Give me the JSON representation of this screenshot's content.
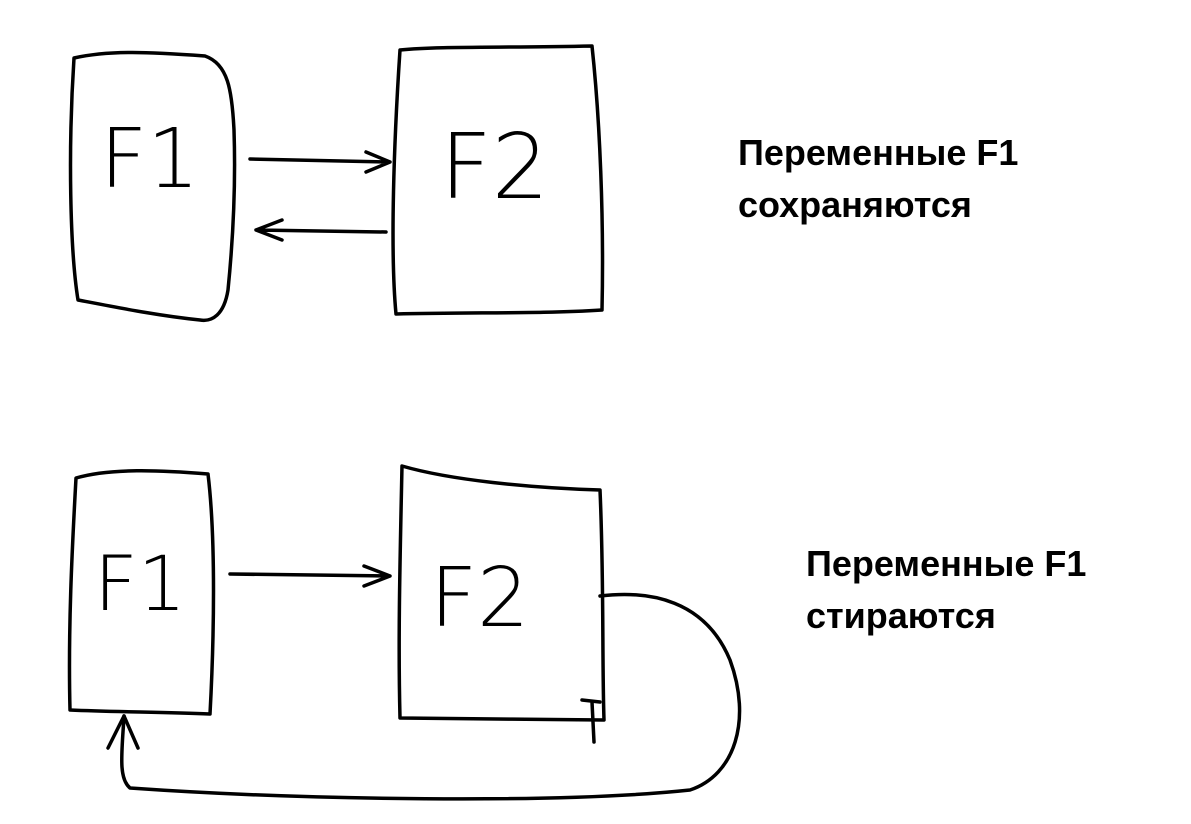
{
  "colors": {
    "background": "#ffffff",
    "ink": "#000000"
  },
  "diagram_top": {
    "box_left_label": "F1",
    "box_right_label": "F2",
    "caption_line1": "Переменные F1",
    "caption_line2": "сохраняются"
  },
  "diagram_bottom": {
    "box_left_label": "F1",
    "box_right_label": "F2",
    "caption_line1": "Переменные F1",
    "caption_line2": "стираются"
  }
}
